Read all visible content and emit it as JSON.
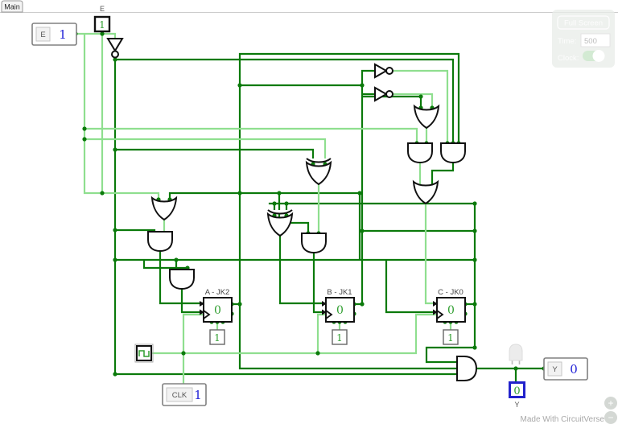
{
  "tab": {
    "label": "Main"
  },
  "panel": {
    "full_screen": "Full Screen",
    "time_label": "Time:",
    "time_value": "500",
    "clock_label": "Clock:"
  },
  "inputs": {
    "e": {
      "label": "E",
      "value": "1"
    },
    "clk": {
      "label": "CLK",
      "value": "1"
    }
  },
  "constants": {
    "e_top": {
      "label": "E",
      "value": "1"
    },
    "jk2": "1",
    "jk1": "1",
    "jk0": "1"
  },
  "flipflops": {
    "jk2": {
      "label": "A - JK2",
      "state": "0"
    },
    "jk1": {
      "label": "B - JK1",
      "state": "0"
    },
    "jk0": {
      "label": "C - JK0",
      "state": "0"
    }
  },
  "outputs": {
    "y_box": {
      "label": "Y",
      "value": "0"
    },
    "indicator": {
      "label": "Y",
      "value": "0"
    }
  },
  "zoom_controls": {
    "zoom_in": "+",
    "zoom_out": "−"
  },
  "footer": {
    "credit": "Made With CircuitVerse"
  },
  "colors": {
    "wire_high": "#8fdf8f",
    "wire_low": "#0b7a0b",
    "value_blue": "#2121d6",
    "state_green": "#2f9e2f",
    "indicator_border": "#2222cc"
  }
}
